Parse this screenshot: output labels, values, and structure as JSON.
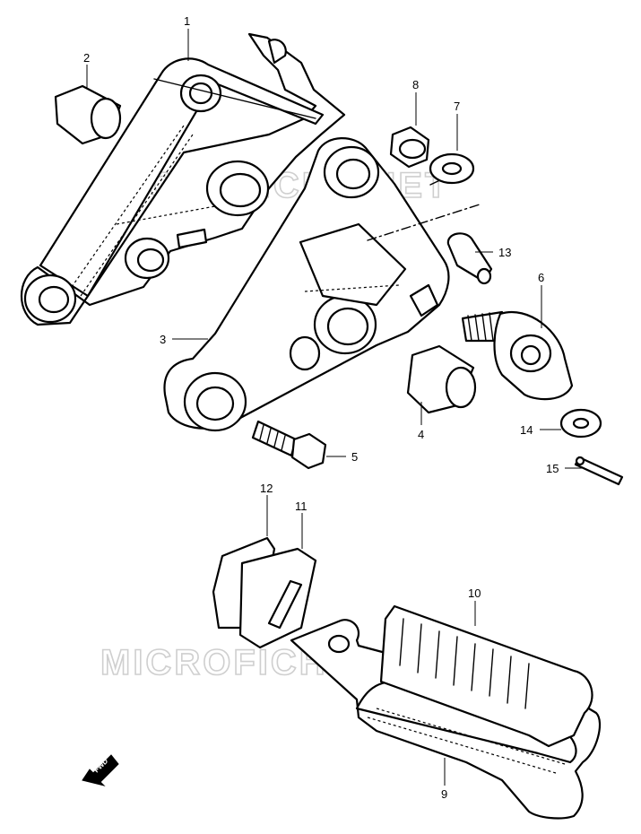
{
  "watermark": {
    "text": "MICROFICHE.NET",
    "color": "#cfcfcf"
  },
  "direction_marker": {
    "label": "FWD",
    "icon": "fwd-arrow-icon"
  },
  "callouts": [
    {
      "id": "1",
      "label": "1"
    },
    {
      "id": "2",
      "label": "2"
    },
    {
      "id": "3",
      "label": "3"
    },
    {
      "id": "4",
      "label": "4"
    },
    {
      "id": "5",
      "label": "5"
    },
    {
      "id": "6",
      "label": "6"
    },
    {
      "id": "7",
      "label": "7"
    },
    {
      "id": "8",
      "label": "8"
    },
    {
      "id": "9",
      "label": "9"
    },
    {
      "id": "10",
      "label": "10"
    },
    {
      "id": "11",
      "label": "11"
    },
    {
      "id": "12",
      "label": "12"
    },
    {
      "id": "13",
      "label": "13"
    },
    {
      "id": "14",
      "label": "14"
    },
    {
      "id": "15",
      "label": "15"
    }
  ]
}
